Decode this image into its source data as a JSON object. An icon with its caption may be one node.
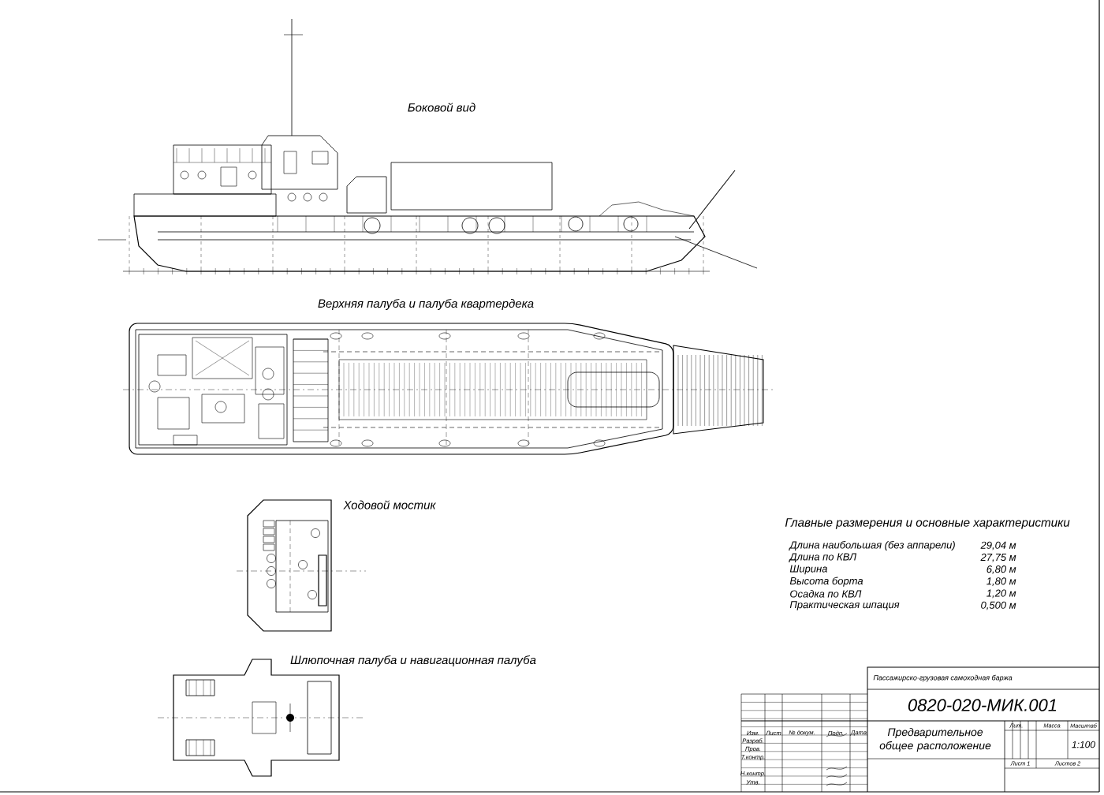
{
  "diagram": {
    "labels": [
      "Боковой вид",
      "Верхняя палуба и палуба квартердека",
      "Ходовой мостик",
      "Главные размерения и основные характеристики",
      "Длина наибольшая (без аппарели)",
      "29,04 м",
      "Длина по КВЛ",
      "27,75 м",
      "Ширина",
      "6,80 м",
      "Высота борта",
      "1,80 м",
      "Осадка по КВЛ",
      "1,20 м",
      "Практическая шпация",
      "0,500 м",
      "Шлюпочная палуба и навигационная палуба",
      "Пассажирско-грузовая самоходная баржа",
      "0820-020-МИК.001",
      "Лит.",
      "Масса",
      "Масштаб",
      "Изм.",
      "Лист",
      "№ докум.",
      "Подп.",
      "Дата",
      "Разраб.",
      "Пров.",
      "Т.контр.",
      "Предварительное общее расположение",
      "1:100",
      "Н.контр.",
      "Утв.",
      "Лист 1",
      "Листов 2"
    ]
  }
}
